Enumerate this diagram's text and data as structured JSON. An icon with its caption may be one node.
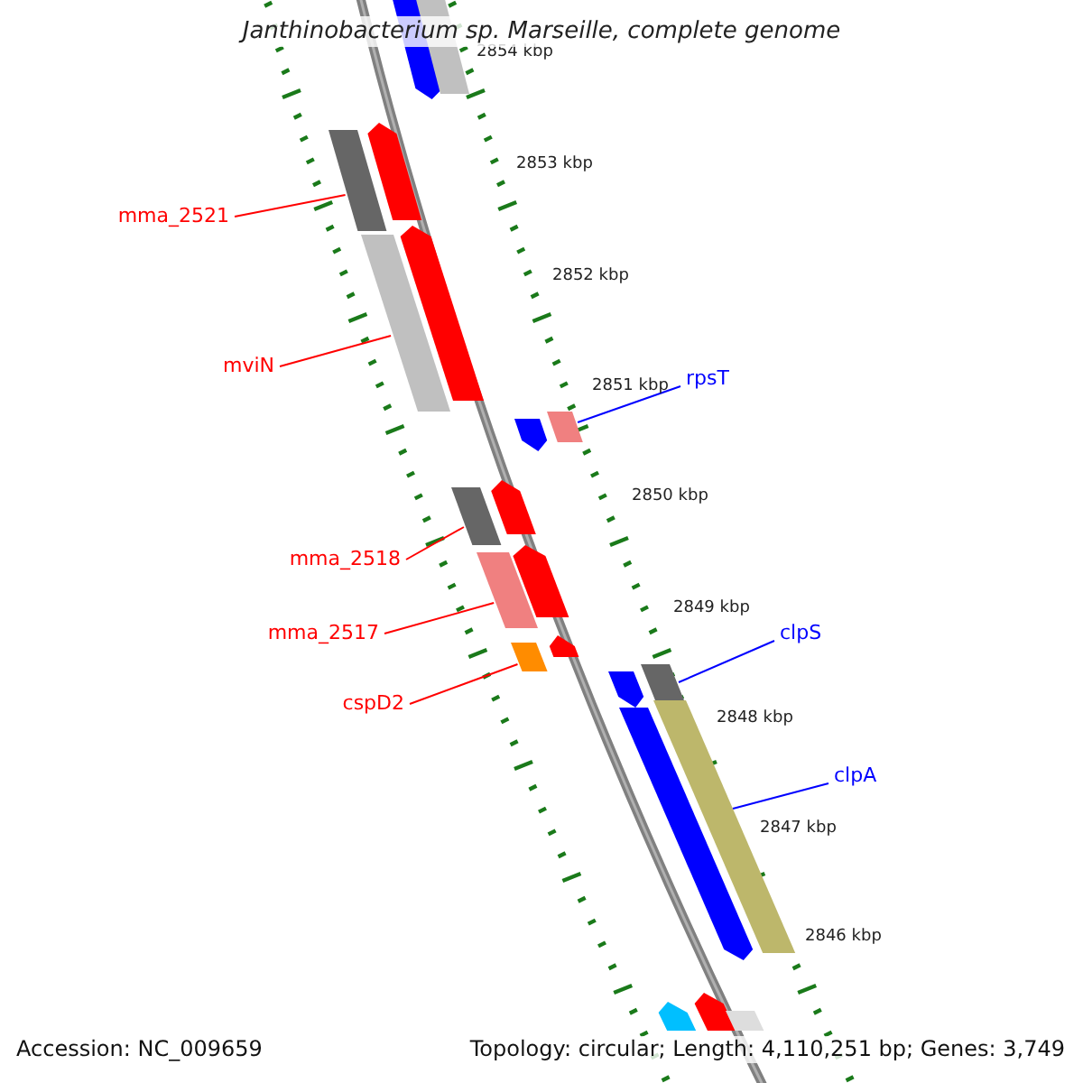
{
  "diagram": {
    "title": "Janthinobacterium sp. Marseille, complete genome",
    "nodes": [
      {
        "text": [
          "mma_2521"
        ]
      },
      {
        "text": [],
        "shape": "bar"
      },
      {
        "text": [
          "mviN"
        ]
      },
      {
        "text": [],
        "shape": "bar"
      },
      {
        "text": [
          "rpsT"
        ]
      },
      {
        "text": [],
        "shape": "bar"
      },
      {
        "text": [
          "mma_2518"
        ]
      },
      {
        "text": [],
        "shape": "bar"
      },
      {
        "text": [
          "mma_2517"
        ]
      },
      {
        "text": [],
        "shape": "bar"
      },
      {
        "text": [
          "cspD2"
        ]
      },
      {
        "text": [],
        "shape": "bar"
      },
      {
        "text": [
          "clpS"
        ]
      },
      {
        "text": [],
        "shape": "bar"
      },
      {
        "text": [
          "clpA"
        ]
      },
      {
        "text": [],
        "shape": "bar"
      },
      {
        "text": [],
        "shape": "bar"
      },
      {
        "text": [],
        "shape": "bar"
      },
      {
        "text": [],
        "shape": "bar"
      },
      {
        "text": [],
        "shape": "bar"
      },
      {
        "text": [],
        "shape": "bar"
      },
      {
        "text": [],
        "shape": "bar"
      },
      {
        "text": [],
        "shape": "bar"
      },
      {
        "text": [],
        "shape": "bar"
      },
      {
        "text": [],
        "shape": "bar"
      },
      {
        "text": [],
        "shape": "bar"
      },
      {
        "text": [],
        "shape": "bar"
      },
      {
        "text": [],
        "shape": "bar"
      },
      {
        "text": [],
        "shape": "bar"
      }
    ],
    "edges": [
      {
        "from": 0,
        "to": 1,
        "arrow": "none"
      },
      {
        "from": 2,
        "to": 3,
        "arrow": "none"
      },
      {
        "from": 4,
        "to": 5,
        "arrow": "none",
        "color": "#0000ff"
      },
      {
        "from": 6,
        "to": 7,
        "arrow": "none"
      },
      {
        "from": 8,
        "to": 9,
        "arrow": "none"
      },
      {
        "from": 10,
        "to": 11,
        "arrow": "none"
      },
      {
        "from": 12,
        "to": 13,
        "arrow": "none",
        "color": "#0000ff"
      },
      {
        "from": 14,
        "to": 15,
        "arrow": "none",
        "color": "#0000ff"
      }
    ],
    "labels": [
      "2854 kbp",
      "2853 kbp",
      "2852 kbp",
      "2851 kbp",
      "2850 kbp",
      "2849 kbp",
      "2848 kbp",
      "2847 kbp",
      "2846 kbp",
      "Accession: NC_009659",
      "Topology: circular; Length: 4,110,251 bp; Genes: 3,749"
    ]
  }
}
